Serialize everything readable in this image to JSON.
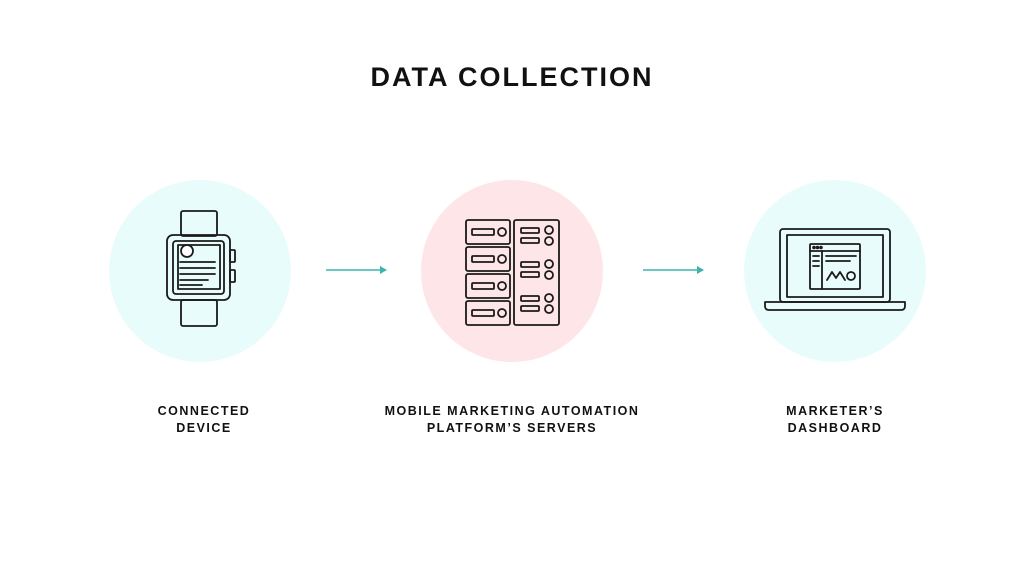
{
  "title": "DATA COLLECTION",
  "colors": {
    "mint_circle": "#e8fcfc",
    "pink_circle": "#fde5e8",
    "arrow": "#3ab5b0",
    "stroke": "#1a1a1a"
  },
  "nodes": [
    {
      "icon": "smartwatch-icon",
      "label_lines": [
        "CONNECTED",
        "DEVICE"
      ]
    },
    {
      "icon": "server-rack-icon",
      "label_lines": [
        "MOBILE MARKETING AUTOMATION",
        "PLATFORM’S SERVERS"
      ]
    },
    {
      "icon": "laptop-dashboard-icon",
      "label_lines": [
        "MARKETER’S",
        "DASHBOARD"
      ]
    }
  ]
}
